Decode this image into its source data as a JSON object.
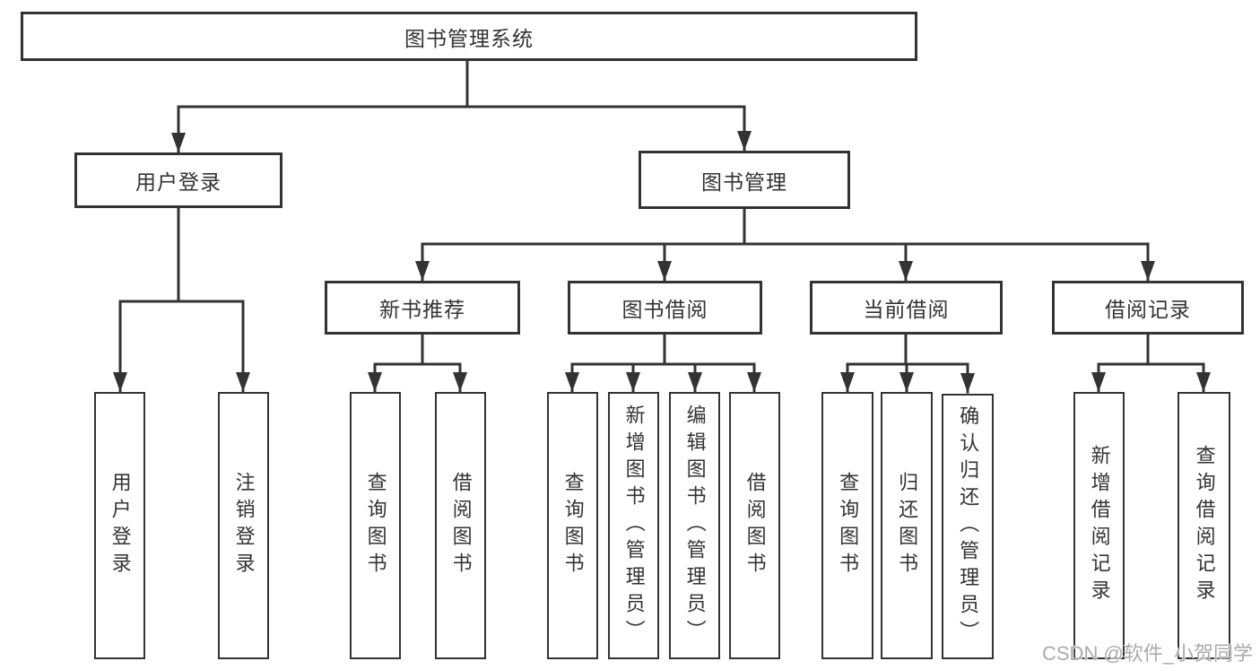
{
  "diagram": {
    "root": "图书管理系统",
    "branches": [
      {
        "label": "用户登录",
        "children": [
          {
            "label": "用户登录"
          },
          {
            "label": "注销登录"
          }
        ]
      },
      {
        "label": "图书管理",
        "children": [
          {
            "label": "新书推荐",
            "children": [
              {
                "label": "查询图书"
              },
              {
                "label": "借阅图书"
              }
            ]
          },
          {
            "label": "图书借阅",
            "children": [
              {
                "label": "查询图书"
              },
              {
                "label": "新增图书（管理员）"
              },
              {
                "label": "编辑图书（管理员）"
              },
              {
                "label": "借阅图书"
              }
            ]
          },
          {
            "label": "当前借阅",
            "children": [
              {
                "label": "查询图书"
              },
              {
                "label": "归还图书"
              },
              {
                "label": "确认归还（管理员）"
              }
            ]
          },
          {
            "label": "借阅记录",
            "children": [
              {
                "label": "新增借阅记录"
              },
              {
                "label": "查询借阅记录"
              }
            ]
          }
        ]
      }
    ]
  },
  "watermark": "CSDN @软件_小贺同学",
  "colors": {
    "line": "#333333",
    "box_border": "#333333",
    "text": "#333333",
    "background": "#ffffff",
    "watermark": "#ababab"
  }
}
